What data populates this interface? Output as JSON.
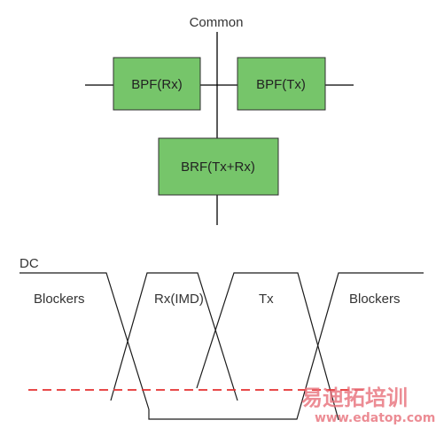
{
  "top": {
    "common_label": "Common",
    "bpf_rx_label": "BPF(Rx)",
    "bpf_tx_label": "BPF(Tx)",
    "brf_label": "BRF(Tx+Rx)"
  },
  "bottom": {
    "dc_label": "DC",
    "blockers_left_label": "Blockers",
    "rx_imd_label": "Rx(IMD)",
    "tx_label": "Tx",
    "blockers_right_label": "Blockers"
  },
  "watermark": {
    "text_cn": "易迪拓培训",
    "url": "www.edatop.com"
  },
  "colors": {
    "box_fill": "#76c56a",
    "dashed_line": "#e53030",
    "watermark": "#e8707a"
  }
}
